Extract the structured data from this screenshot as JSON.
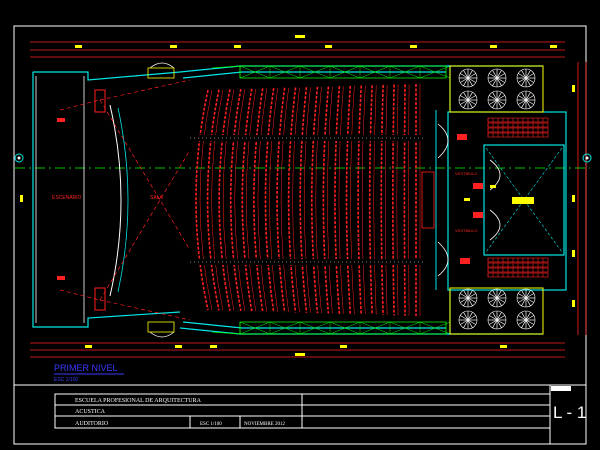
{
  "labels": {
    "stage_left": "ESCENARIO",
    "stage_right": "SALA",
    "lobby_left": "VESTIBULO",
    "lobby_right": "VESTIBULO"
  },
  "level": {
    "title": "PRIMER NIVEL",
    "scale": "ESC 1/100"
  },
  "title_block": {
    "school": "ESCUELA PROFESIONAL DE ARQUITECTURA",
    "course": "ACUSTICA",
    "project": "AUDITORIO",
    "scale": "ESC 1/100",
    "date": "NOVIEMBRE 2012",
    "sheet": "L - 1"
  },
  "colors": {
    "background": "#000000",
    "walls": "#ffffff",
    "structure": "#00e5e5",
    "seats": "#ff2020",
    "dimension": "#ff2020",
    "marker": "#ffff00",
    "green": "#00ff00",
    "axis": "#00ff00",
    "title": "#3a3aff"
  },
  "icons": [
    "tree-icon",
    "door-swing-icon",
    "axis-marker-icon"
  ]
}
